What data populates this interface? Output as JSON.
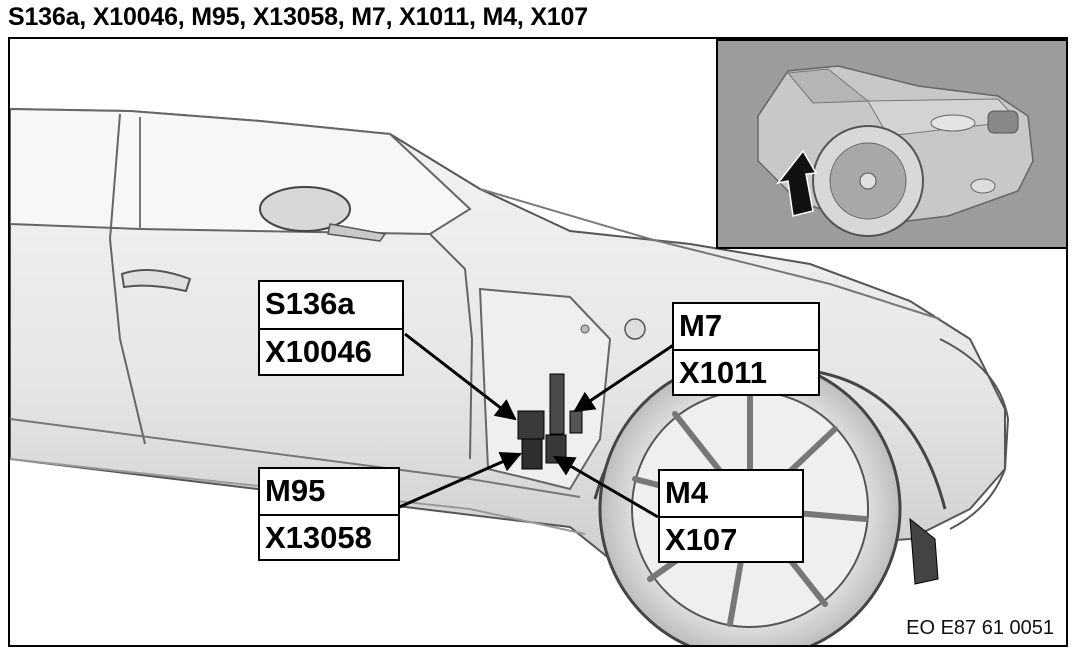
{
  "header": {
    "title": "S136a, X10046, M95, X13058, M7, X1011, M4, X107"
  },
  "callouts": [
    {
      "top": "S136a",
      "bottom": "X10046"
    },
    {
      "top": "M7",
      "bottom": "X1011"
    },
    {
      "top": "M95",
      "bottom": "X13058"
    },
    {
      "top": "M4",
      "bottom": "X107"
    }
  ],
  "figure": {
    "code": "EO E87 61 0051"
  }
}
